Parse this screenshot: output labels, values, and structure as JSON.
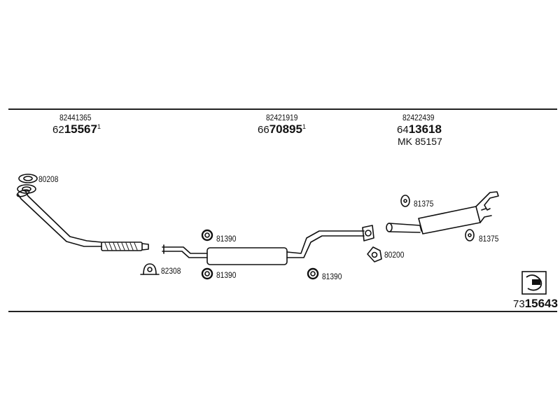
{
  "sections": [
    {
      "oe_number": "82441365",
      "part_prefix": "62",
      "part_main": "15567",
      "part_suffix": "1"
    },
    {
      "oe_number": "82421919",
      "part_prefix": "66",
      "part_main": "70895",
      "part_suffix": "1"
    },
    {
      "oe_number": "82422439",
      "part_prefix": "64",
      "part_main": "13618",
      "part_suffix": "",
      "extra": "MK  85157"
    }
  ],
  "callouts": {
    "gasket_front": "80208",
    "clamp": "82308",
    "ring_top_mid": "81390",
    "ring_bottom_mid": "81390",
    "ring_bottom_right": "81390",
    "gasket_mid": "80200",
    "hanger_top_rear": "81375",
    "hanger_bottom_rear": "81375"
  },
  "footer": {
    "prefix": "73",
    "main": "15643"
  },
  "icons": {
    "logo": "brand-logo-icon"
  }
}
